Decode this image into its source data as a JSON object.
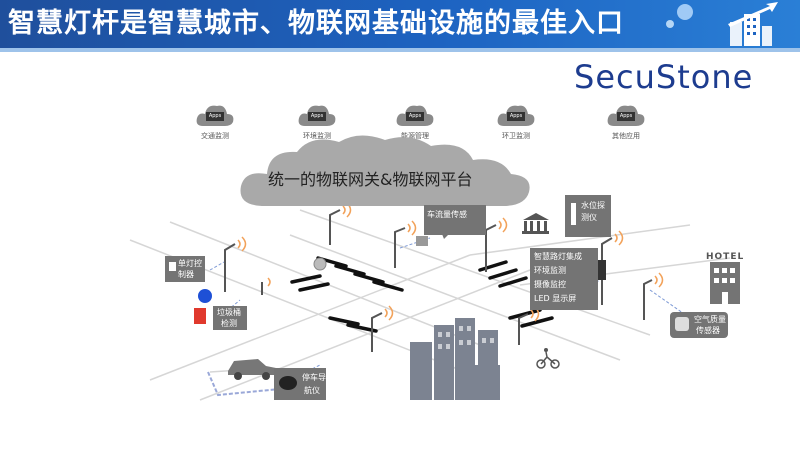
{
  "title": "智慧灯杆是智慧城市、物联网基础设施的最佳入口",
  "logo": "SecuStone",
  "apps": [
    {
      "tag": "Apps",
      "label": "交通监测"
    },
    {
      "tag": "Apps",
      "label": "环境监测"
    },
    {
      "tag": "Apps",
      "label": "能源管理"
    },
    {
      "tag": "Apps",
      "label": "环卫监测"
    },
    {
      "tag": "Apps",
      "label": "其他应用"
    }
  ],
  "platform_label": "统一的物联网关&物联网平台",
  "callouts": {
    "traffic_sensor": "车流量传感",
    "water_level_line1": "水位探",
    "water_level_line2": "测仪",
    "single_lamp_line1": "单灯控",
    "single_lamp_line2": "制器",
    "trash_line1": "垃圾桶",
    "trash_line2": "检测",
    "parking_line1": "停车导",
    "parking_line2": "航仪",
    "features": [
      "智慧路灯集成",
      "环境监测",
      "摄像监控",
      "LED 显示屏"
    ],
    "air_quality_line1": "空气质量",
    "air_quality_line2": "传感器",
    "hotel": "HOTEL"
  },
  "colors": {
    "header": "#1d63c1",
    "logo": "#1d3c8f",
    "box": "#747474",
    "building": "#7c8391",
    "signal": "#f2a25a"
  }
}
